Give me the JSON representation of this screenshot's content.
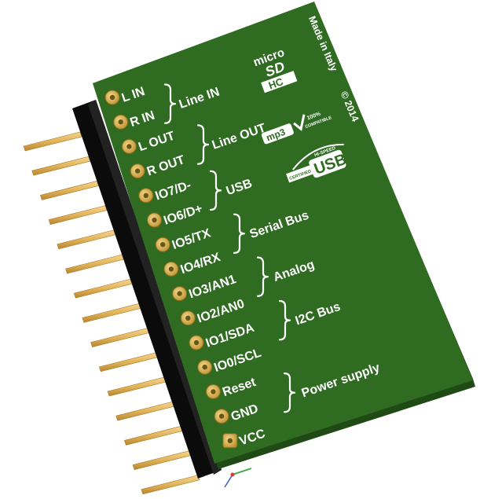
{
  "board": {
    "title": "MP3 Player & Recorder",
    "made_in": "Made in Italy",
    "copyright": "© 2014",
    "logos": {
      "microsd": {
        "line1": "micro",
        "line2": "SD",
        "line3": "HC"
      },
      "mp3": {
        "text": "mp3",
        "badge_top": "100%",
        "badge_bottom": "COMPATIBLE"
      },
      "usb": {
        "top": "HI-SPEED",
        "left": "CERTIFIED",
        "main": "USB"
      }
    }
  },
  "pins": [
    {
      "label": "L IN"
    },
    {
      "label": "R IN"
    },
    {
      "label": "L OUT"
    },
    {
      "label": "R OUT"
    },
    {
      "label": "IO7/D-"
    },
    {
      "label": "IO6/D+"
    },
    {
      "label": "IO5/TX"
    },
    {
      "label": "IO4/RX"
    },
    {
      "label": "IO3/AN1"
    },
    {
      "label": "IO2/AN0"
    },
    {
      "label": "IO1/SDA"
    },
    {
      "label": "IO0/SCL"
    },
    {
      "label": "Reset"
    },
    {
      "label": "GND"
    },
    {
      "label": "VCC"
    }
  ],
  "groups": [
    {
      "label": "Line IN"
    },
    {
      "label": "Line OUT"
    },
    {
      "label": "USB"
    },
    {
      "label": "Serial Bus"
    },
    {
      "label": "Analog"
    },
    {
      "label": "I2C Bus"
    },
    {
      "label": "Power supply"
    }
  ],
  "colors": {
    "pcb": "#2f6b21",
    "pcb_edge": "#1f4a16",
    "header": "#0b0b0b",
    "pin_gold": "#e2b35a",
    "pad": "#c9a548",
    "silk": "#ffffff"
  }
}
